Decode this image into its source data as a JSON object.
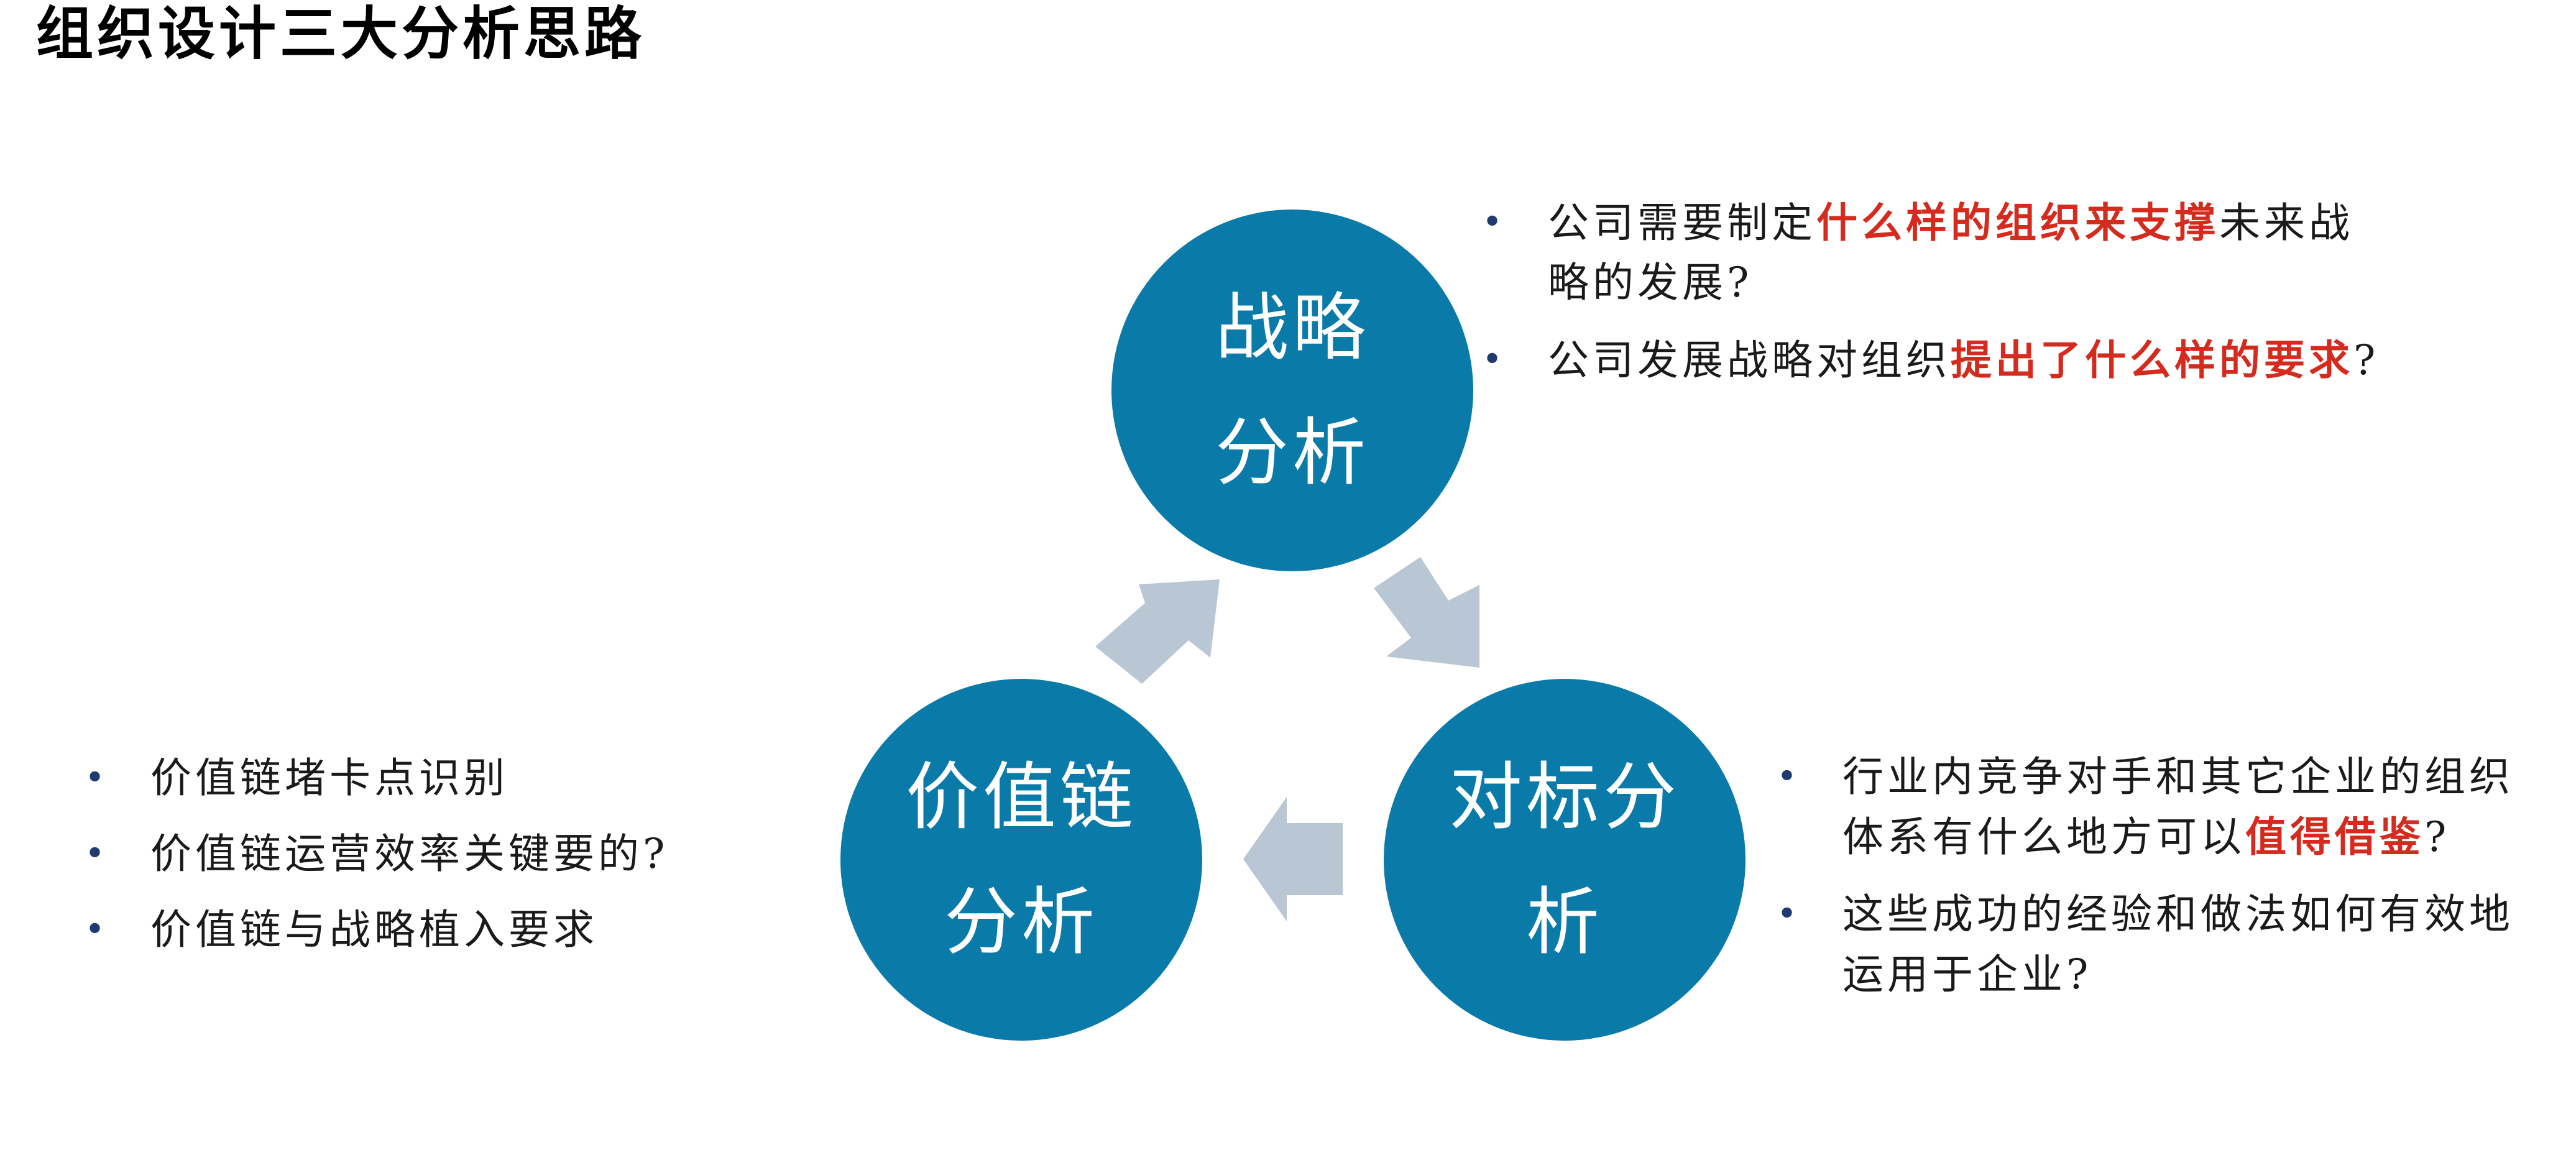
{
  "title": "组织设计三大分析思路",
  "colors": {
    "circle_fill": "#0A7BA8",
    "arrow_fill": "#B9C6D3",
    "highlight_text": "#D42B1E",
    "bullet": "#1F3A6E"
  },
  "nodes": {
    "strategy": {
      "line1": "战略",
      "line2": "分析"
    },
    "benchmark": {
      "line1": "对标分",
      "line2": "析"
    },
    "value_chain": {
      "line1": "价值链",
      "line2": "分析"
    }
  },
  "notes": {
    "strategy": [
      {
        "bullet": "•",
        "pre": "公司需要制定",
        "highlight": "什么样的组织来支撑",
        "post": "未来战略的发展?"
      },
      {
        "bullet": "•",
        "pre": "公司发展战略对组织",
        "highlight": "提出了什么样的要求",
        "post": "?"
      }
    ],
    "benchmark": [
      {
        "bullet": "•",
        "pre": "行业内竞争对手和其它企业的组织体系有什么地方可以",
        "highlight": "值得借鉴",
        "post": "?"
      },
      {
        "bullet": "•",
        "pre": "这些成功的经验和做法如何有效地运用于企业?",
        "highlight": "",
        "post": ""
      }
    ],
    "value_chain": [
      {
        "bullet": "•",
        "text": "价值链堵卡点识别"
      },
      {
        "bullet": "•",
        "text": "价值链运营效率关键要的?"
      },
      {
        "bullet": "•",
        "text": "价值链与战略植入要求"
      }
    ]
  }
}
